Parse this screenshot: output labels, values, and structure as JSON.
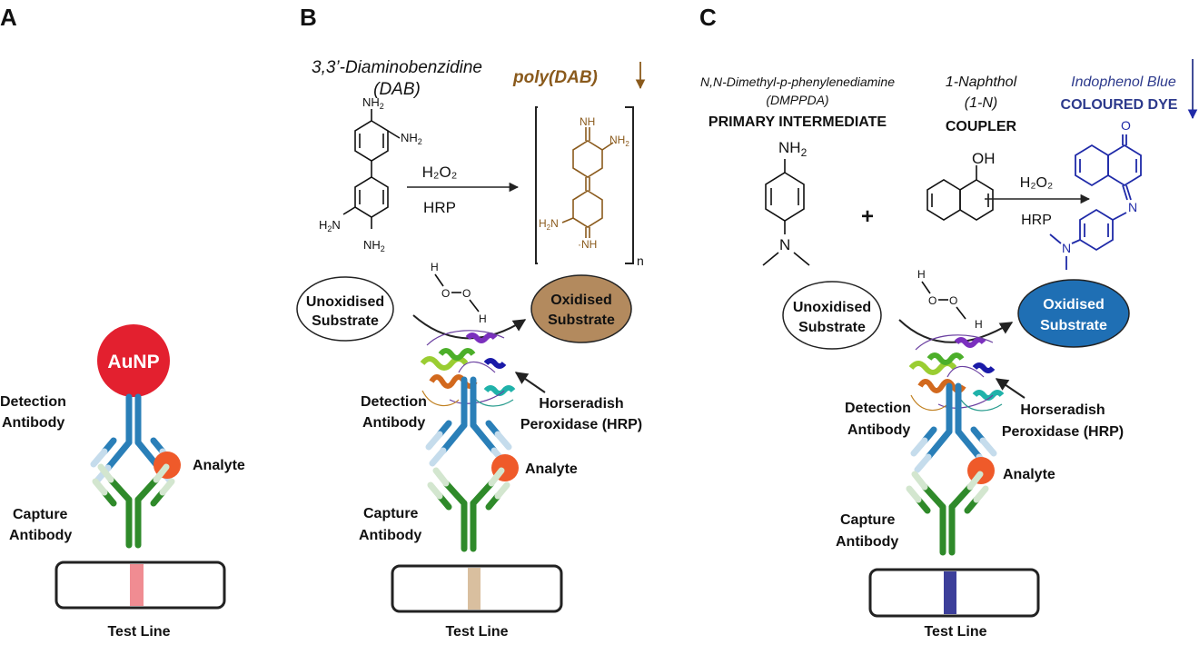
{
  "panels": {
    "A": {
      "letter": "A",
      "particle_label": "AuNP",
      "detection_label_1": "Detection",
      "detection_label_2": "Antibody",
      "analyte_label": "Analyte",
      "capture_label_1": "Capture",
      "capture_label_2": "Antibody",
      "test_line_label": "Test Line",
      "test_line_color": "#f08c92"
    },
    "B": {
      "letter": "B",
      "substrate_name": "3,3’-Diaminobenzidine",
      "substrate_abbr": "(DAB)",
      "product_name": "poly(DAB)",
      "reagent_top": "H₂O₂",
      "reagent_bottom": "HRP",
      "nh2": "NH",
      "h2n": "H",
      "nh": "NH",
      "subscript_n": "n",
      "unox_1": "Unoxidised",
      "unox_2": "Substrate",
      "ox_1": "Oxidised",
      "ox_2": "Substrate",
      "ox_color": "#b38a5e",
      "h": "H",
      "o": "O",
      "detection_label_1": "Detection",
      "detection_label_2": "Antibody",
      "hrp_label_1": "Horseradish",
      "hrp_label_2": "Peroxidase (HRP)",
      "analyte_label": "Analyte",
      "capture_label_1": "Capture",
      "capture_label_2": "Antibody",
      "test_line_label": "Test Line",
      "test_line_color": "#d9bf9f"
    },
    "C": {
      "letter": "C",
      "primary_name": "N,N-Dimethyl-p-phenylenediamine",
      "primary_abbr": "(DMPPDA)",
      "primary_role": "PRIMARY INTERMEDIATE",
      "coupler_name": "1-Naphthol",
      "coupler_abbr": "(1-N)",
      "coupler_role": "COUPLER",
      "dye_name": "Indophenol Blue",
      "dye_role": "COLOURED DYE",
      "plus": "+",
      "reagent_top": "H₂O₂",
      "reagent_bottom": "HRP",
      "nh2": "NH",
      "oh": "OH",
      "n": "N",
      "o": "O",
      "h": "H",
      "unox_1": "Unoxidised",
      "unox_2": "Substrate",
      "ox_1": "Oxidised",
      "ox_2": "Substrate",
      "ox_color": "#1f6fb4",
      "dye_color": "#1f2aa8",
      "detection_label_1": "Detection",
      "detection_label_2": "Antibody",
      "hrp_label_1": "Horseradish",
      "hrp_label_2": "Peroxidase (HRP)",
      "analyte_label": "Analyte",
      "capture_label_1": "Capture",
      "capture_label_2": "Antibody",
      "test_line_label": "Test Line",
      "test_line_color": "#3c3f9a"
    }
  },
  "colors": {
    "aunp": "#e3202f",
    "detection_antibody": "#2a7fb8",
    "detection_antibody_light": "#c5dcec",
    "capture_antibody": "#2f8a2a",
    "capture_antibody_light": "#d3e6cf",
    "analyte": "#ef5a2a",
    "poly_dab": "#8a5a1c"
  }
}
